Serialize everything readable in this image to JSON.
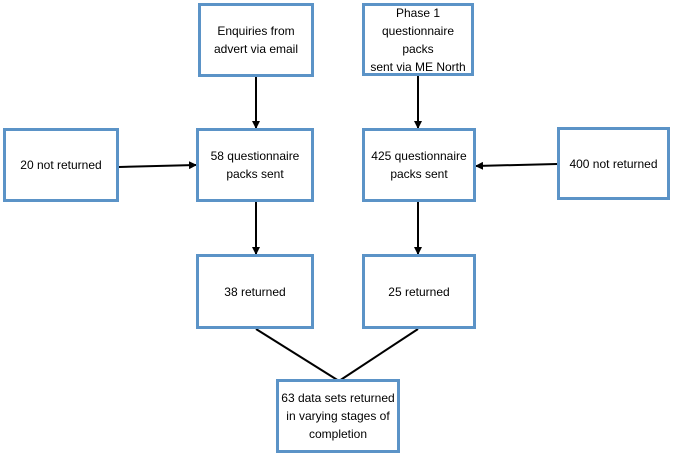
{
  "colors": {
    "box_border": "#5b93c7",
    "arrow": "#000000",
    "text": "#000000",
    "background": "#ffffff"
  },
  "boxes": {
    "enquiries": {
      "lines": [
        "Enquiries from",
        "advert via email"
      ]
    },
    "phase1": {
      "title": "Phase 1",
      "lines": [
        "questionnaire packs",
        "sent via ME North"
      ]
    },
    "not_returned_left": {
      "lines": [
        "20 not returned"
      ]
    },
    "packs_58": {
      "lines": [
        "58 questionnaire",
        "packs sent"
      ]
    },
    "packs_425": {
      "lines": [
        "425 questionnaire",
        "packs sent"
      ]
    },
    "not_returned_right": {
      "lines": [
        "400 not returned"
      ]
    },
    "returned_38": {
      "lines": [
        "38 returned"
      ]
    },
    "returned_25": {
      "lines": [
        "25 returned"
      ]
    },
    "data_sets": {
      "lines": [
        "63 data sets returned",
        "in varying stages of",
        "completion"
      ]
    }
  }
}
